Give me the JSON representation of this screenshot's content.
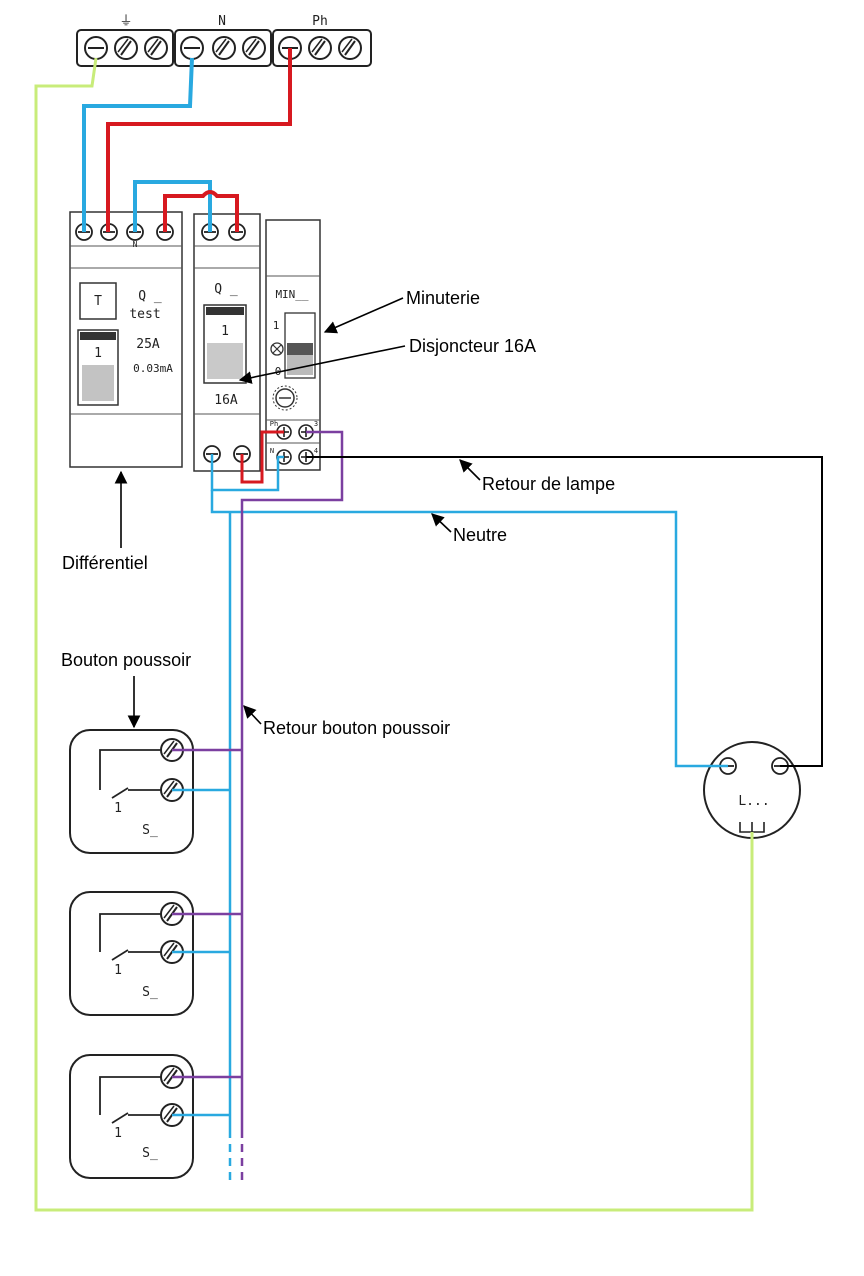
{
  "terminal_block": {
    "earth_symbol": "⏚",
    "neutral_label": "N",
    "phase_label": "Ph"
  },
  "differential": {
    "test_box": "T",
    "q_label": "Q _",
    "test_label": "test",
    "handle_label": "1",
    "rating": "25A",
    "sensitivity": "0.03mA",
    "terminal_n": "N"
  },
  "breaker": {
    "q_label": "Q _",
    "handle_label": "1",
    "rating": "16A"
  },
  "timer": {
    "label": "MIN__",
    "mark_1": "1",
    "mark_0": "0",
    "term_ph": "Ph",
    "term_3": "3",
    "term_n": "N",
    "term_4": "4"
  },
  "pushbuttons": [
    {
      "label": "S_",
      "contact": "1"
    },
    {
      "label": "S_",
      "contact": "1"
    },
    {
      "label": "S_",
      "contact": "1"
    }
  ],
  "lamp": {
    "label": "L..."
  },
  "annotations": {
    "minuterie": "Minuterie",
    "disjoncteur": "Disjoncteur 16A",
    "retour_lampe": "Retour de lampe",
    "neutre": "Neutre",
    "differentiel": "Différentiel",
    "bouton_poussoir": "Bouton poussoir",
    "retour_bouton": "Retour bouton poussoir"
  },
  "colors": {
    "phase": "#d71920",
    "neutral": "#29a9e0",
    "earth": "#c8ec7a",
    "push_return": "#7b3fa0",
    "lamp_return": "#000000"
  }
}
